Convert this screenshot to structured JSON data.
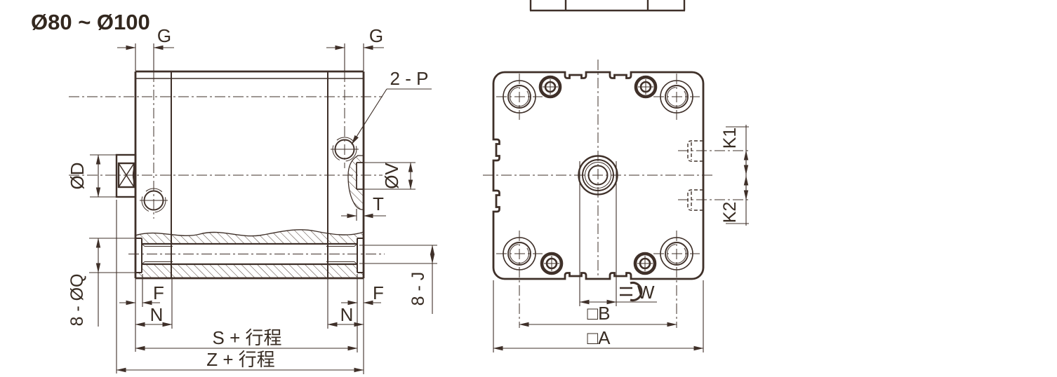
{
  "title": "Ø80 ~ Ø100",
  "colors": {
    "line": "#3f3029",
    "text": "#382c23",
    "background": "#ffffff"
  },
  "side_view": {
    "description": "sectioned side view of compact cylinder",
    "labels": {
      "port_pitch": "G",
      "ports": "2 - P",
      "boss_diameter": "ØD",
      "recess_diameter": "ØV",
      "recess_depth": "T",
      "counterbore_holes": "8 - ØQ",
      "thread_holes": "8 - J",
      "face_offset": "F",
      "cap_width": "N",
      "body_length_plus_stroke": "S + 行程",
      "overall_length_plus_stroke": "Z + 行程"
    }
  },
  "front_view": {
    "description": "square end view of compact cylinder",
    "labels": {
      "k1": "K1",
      "k2": "K2",
      "wrench_flats": "W",
      "bolt_spacing": "□B",
      "body_width": "□A"
    }
  }
}
